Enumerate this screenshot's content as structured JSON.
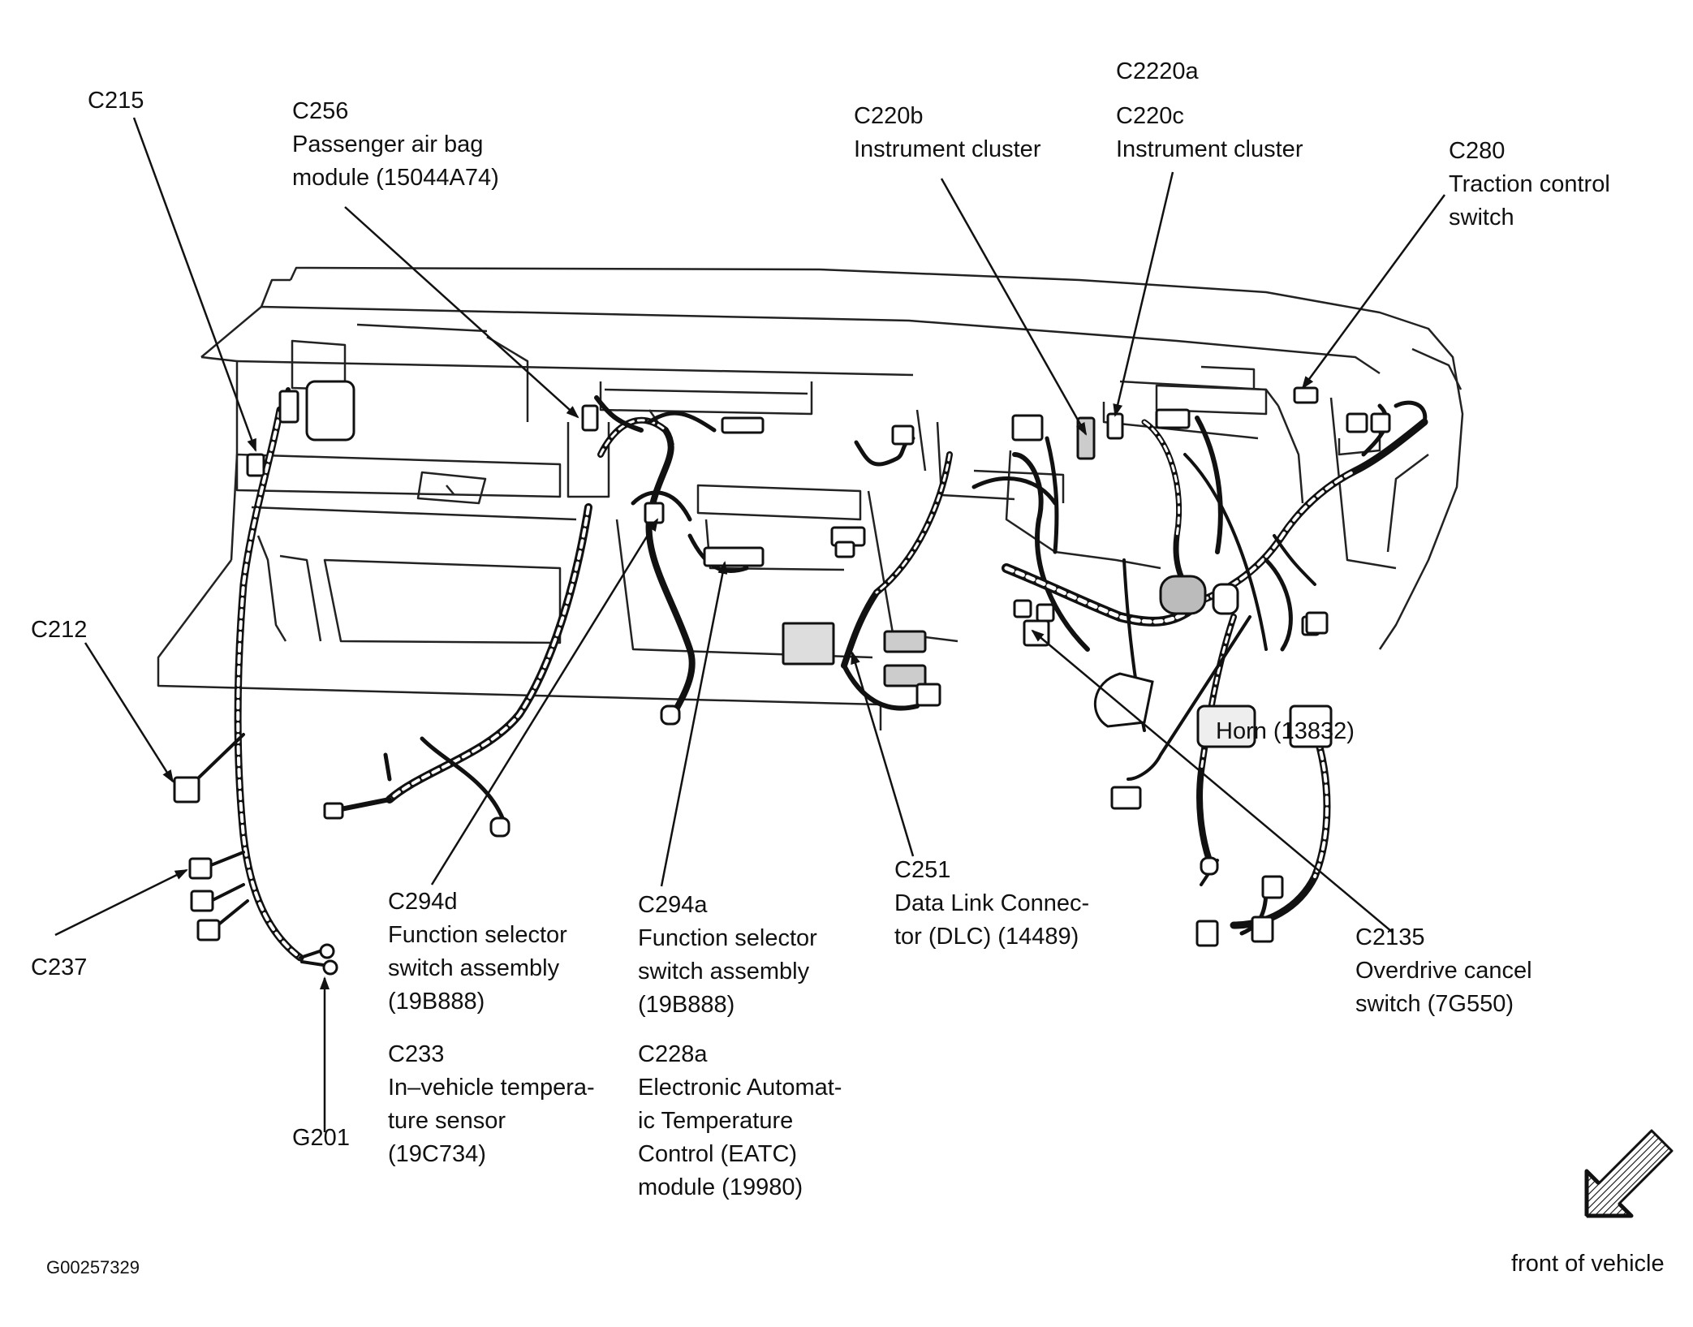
{
  "labels": {
    "c215": {
      "code": "C215",
      "desc": []
    },
    "c256": {
      "code": "C256",
      "desc": [
        "Passenger air bag",
        "module (15044A74)"
      ]
    },
    "c220b": {
      "code": "C220b",
      "desc": [
        "Instrument cluster"
      ]
    },
    "c2220a": {
      "code": "C2220a",
      "desc": []
    },
    "c220c": {
      "code": "C220c",
      "desc": [
        "Instrument cluster"
      ]
    },
    "c280": {
      "code": "C280",
      "desc": [
        "Traction control",
        "switch"
      ]
    },
    "c212": {
      "code": "C212",
      "desc": []
    },
    "c237": {
      "code": "C237",
      "desc": []
    },
    "g201": {
      "code": "G201",
      "desc": []
    },
    "c294d": {
      "code": "C294d",
      "desc": [
        "Function selector",
        "switch assembly",
        "(19B888)"
      ]
    },
    "c233": {
      "code": "C233",
      "desc": [
        "In–vehicle tempera-",
        "ture sensor",
        "(19C734)"
      ]
    },
    "c294a": {
      "code": "C294a",
      "desc": [
        "Function selector",
        "switch assembly",
        "(19B888)"
      ]
    },
    "c228a": {
      "code": "C228a",
      "desc": [
        "Electronic Automat-",
        "ic Temperature",
        "Control (EATC)",
        "module (19980)"
      ]
    },
    "c251": {
      "code": "C251",
      "desc": [
        "Data Link Connec-",
        "tor (DLC) (14489)"
      ]
    },
    "c2135": {
      "code": "C2135",
      "desc": [
        "Overdrive cancel",
        "switch (7G550)"
      ]
    },
    "horn": {
      "code": "Horn (13832)",
      "desc": []
    }
  },
  "footer": {
    "figure_id": "G00257329",
    "front_of_vehicle": "front of vehicle"
  }
}
